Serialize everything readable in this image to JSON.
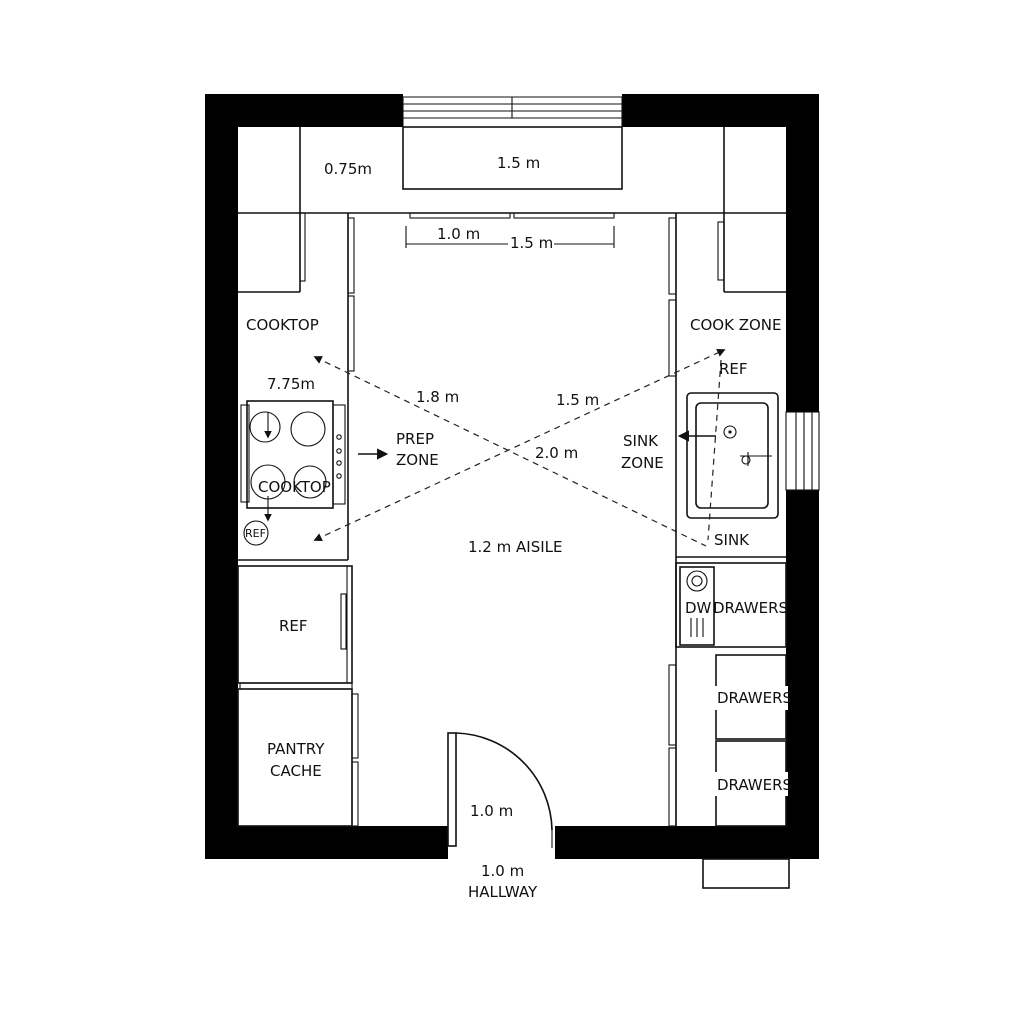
{
  "labels": {
    "top_left_dim": "0.75m",
    "top_window_dim": "1.5 m",
    "top_dim_a": "1.0 m",
    "top_dim_b": "1.5 m",
    "cooktop_top": "COOKTOP",
    "cooktop_dim": "7.75m",
    "cooktop_range": "COOKTOP",
    "ref_small": "REF",
    "cook_zone": "COOK ZONE",
    "ref_right": "REF",
    "diag_dim_1": "1.8 m",
    "diag_dim_2": "1.5 m",
    "diag_dim_3": "2.0 m",
    "prep_zone_1": "PREP",
    "prep_zone_2": "ZONE",
    "sink_zone_1": "SINK",
    "sink_zone_2": "ZONE",
    "sink": "SINK",
    "aisle": "1.2 m AISILE",
    "dw": "DW",
    "drawers_1": "DRAWERS",
    "drawers_2": "DRAWERS",
    "drawers_3": "DRAWERS",
    "ref_left": "REF",
    "pantry_1": "PANTRY",
    "pantry_2": "CACHE",
    "door_dim": "1.0 m",
    "hall_dim": "1.0 m",
    "hallway": "HALLWAY"
  }
}
